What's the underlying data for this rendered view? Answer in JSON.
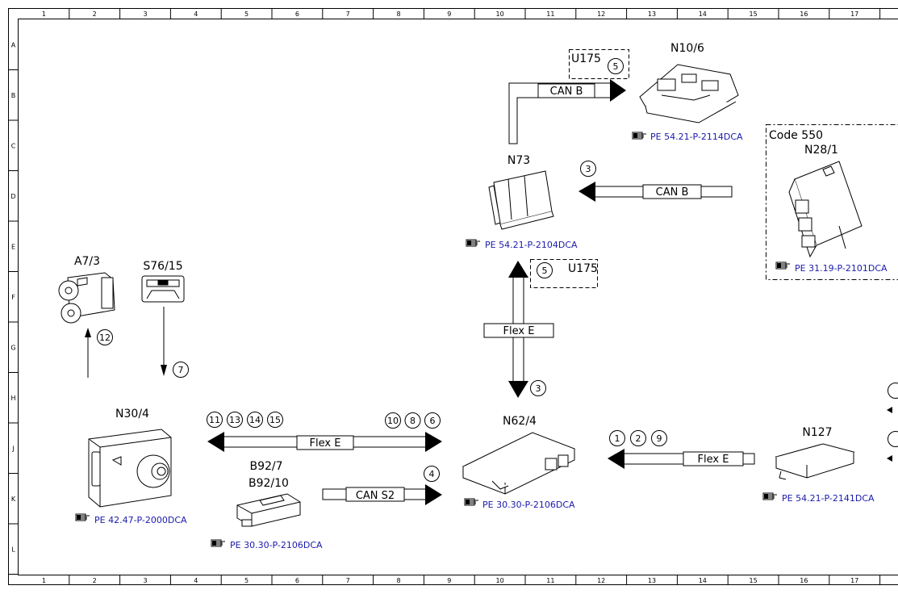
{
  "grid": {
    "columns": [
      "1",
      "2",
      "3",
      "4",
      "5",
      "6",
      "7",
      "8",
      "9",
      "10",
      "11",
      "12",
      "13",
      "14",
      "15",
      "16",
      "17"
    ],
    "rows": [
      "A",
      "B",
      "C",
      "D",
      "E",
      "F",
      "G",
      "H",
      "J",
      "K",
      "L"
    ]
  },
  "components": {
    "n10_6": "N10/6",
    "n73": "N73",
    "n28_1": "N28/1",
    "a7_3": "A7/3",
    "s76_15": "S76/15",
    "n30_4": "N30/4",
    "b92_7": "B92/7",
    "b92_10": "B92/10",
    "n62_4": "N62/4",
    "n127": "N127",
    "u175_top": "U175",
    "u175_mid": "U175",
    "code550": "Code 550"
  },
  "refs": {
    "n10_6": "PE 54.21-P-2114DCA",
    "n73": "PE 54.21-P-2104DCA",
    "n28_1": "PE 31.19-P-2101DCA",
    "n30_4": "PE 42.47-P-2000DCA",
    "b92": "PE 30.30-P-2106DCA",
    "n62_4": "PE 30.30-P-2106DCA",
    "n127": "PE 54.21-P-2141DCA"
  },
  "buses": {
    "can_b_top": "CAN B",
    "can_b_mid": "CAN B",
    "flex_e_vert": "Flex E",
    "flex_e_main": "Flex E",
    "flex_e_n127": "Flex E",
    "can_s2": "CAN S2"
  },
  "signals": {
    "u175_top": "5",
    "u175_mid": "5",
    "n73_in": "3",
    "n62_up": "3",
    "a7_3_in": "12",
    "s76_out": "7",
    "left_group": [
      "11",
      "13",
      "14",
      "15"
    ],
    "right_group": [
      "10",
      "8",
      "6"
    ],
    "can_s2": "4",
    "n127_group": [
      "1",
      "2",
      "9"
    ]
  },
  "colors": {
    "line": "#000000",
    "reference": "#1a1aaa",
    "background": "#ffffff"
  },
  "icons": {
    "reference_marker": "pointing-hand-icon"
  }
}
